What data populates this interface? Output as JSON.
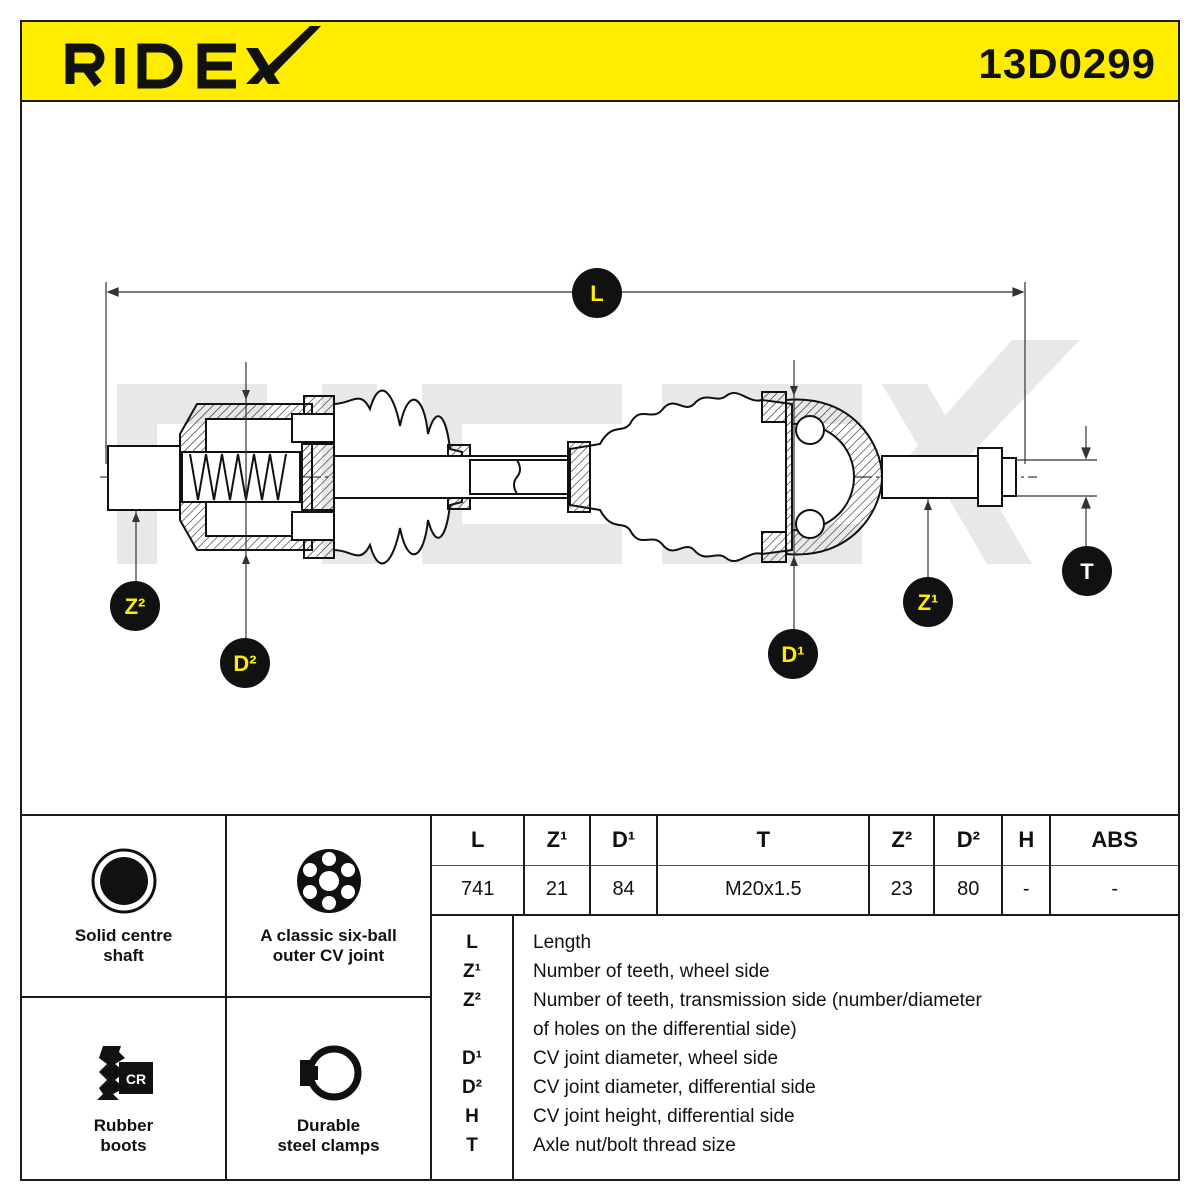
{
  "header": {
    "brand": "RIDEX",
    "part_number": "13D0299",
    "brand_color": "#ffed00"
  },
  "drawing": {
    "labels": {
      "L": "L",
      "Z1": "Z¹",
      "Z2": "Z²",
      "D1": "D¹",
      "D2": "D²",
      "T": "T"
    }
  },
  "features": [
    {
      "icon": "solid-centre-shaft-icon",
      "line1": "Solid centre",
      "line2": "shaft"
    },
    {
      "icon": "six-ball-cv-joint-icon",
      "line1": "A classic six-ball",
      "line2": "outer CV joint"
    },
    {
      "icon": "rubber-boot-cr-icon",
      "icon_text": "CR",
      "line1": "Rubber",
      "line2": "boots"
    },
    {
      "icon": "steel-clamp-icon",
      "line1": "Durable",
      "line2": "steel clamps"
    }
  ],
  "spec_table": {
    "headers": [
      "L",
      "Z¹",
      "D¹",
      "T",
      "Z²",
      "D²",
      "H",
      "ABS"
    ],
    "values": [
      "741",
      "21",
      "84",
      "M20x1.5",
      "23",
      "80",
      "-",
      "-"
    ]
  },
  "legend": [
    {
      "symbol": "L",
      "text": "Length"
    },
    {
      "symbol": "Z¹",
      "text": "Number of teeth, wheel side"
    },
    {
      "symbol": "Z²",
      "text": "Number of teeth, transmission side (number/diameter"
    },
    {
      "symbol": "",
      "text": "of holes on the differential side)"
    },
    {
      "symbol": "D¹",
      "text": "CV joint diameter, wheel side"
    },
    {
      "symbol": "D²",
      "text": "CV joint diameter, differential side"
    },
    {
      "symbol": "H",
      "text": "CV joint height, differential side"
    },
    {
      "symbol": "T",
      "text": "Axle nut/bolt thread size"
    }
  ]
}
